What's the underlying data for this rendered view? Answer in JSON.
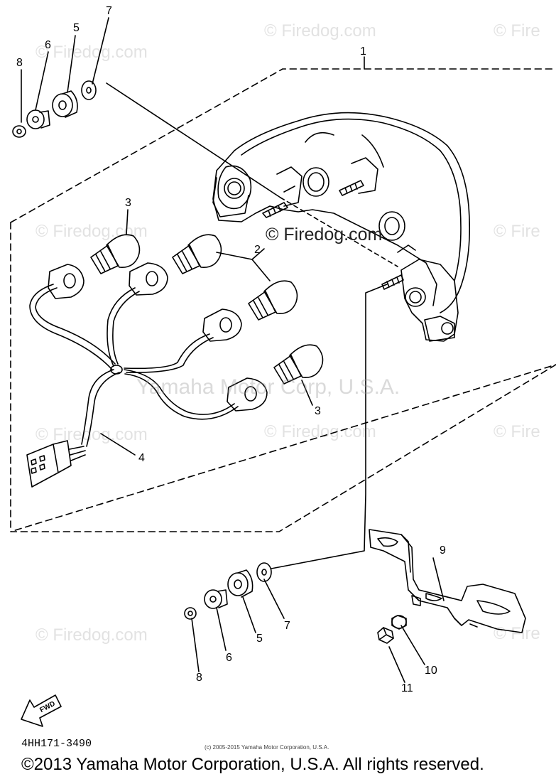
{
  "watermarks": {
    "firedog": "© Firedog.com",
    "firedog_partial": "© Firedo",
    "firedog_right": "© Fire",
    "center": "© Firedog.com",
    "yamaha": "Yamaha Motor Corp, U.S.A."
  },
  "callouts": [
    "1",
    "2",
    "3",
    "3",
    "4",
    "5",
    "6",
    "7",
    "8",
    "5",
    "6",
    "7",
    "8",
    "9",
    "10",
    "11"
  ],
  "arrow_label": "FWD",
  "part_number": "4HH171-3490",
  "small_copyright": "(c) 2005-2015 Yamaha Motor Corporation, U.S.A.",
  "copyright": "©2013 Yamaha Motor Corporation, U.S.A. All rights reserved.",
  "colors": {
    "line": "#000000",
    "watermark": "#969696"
  }
}
